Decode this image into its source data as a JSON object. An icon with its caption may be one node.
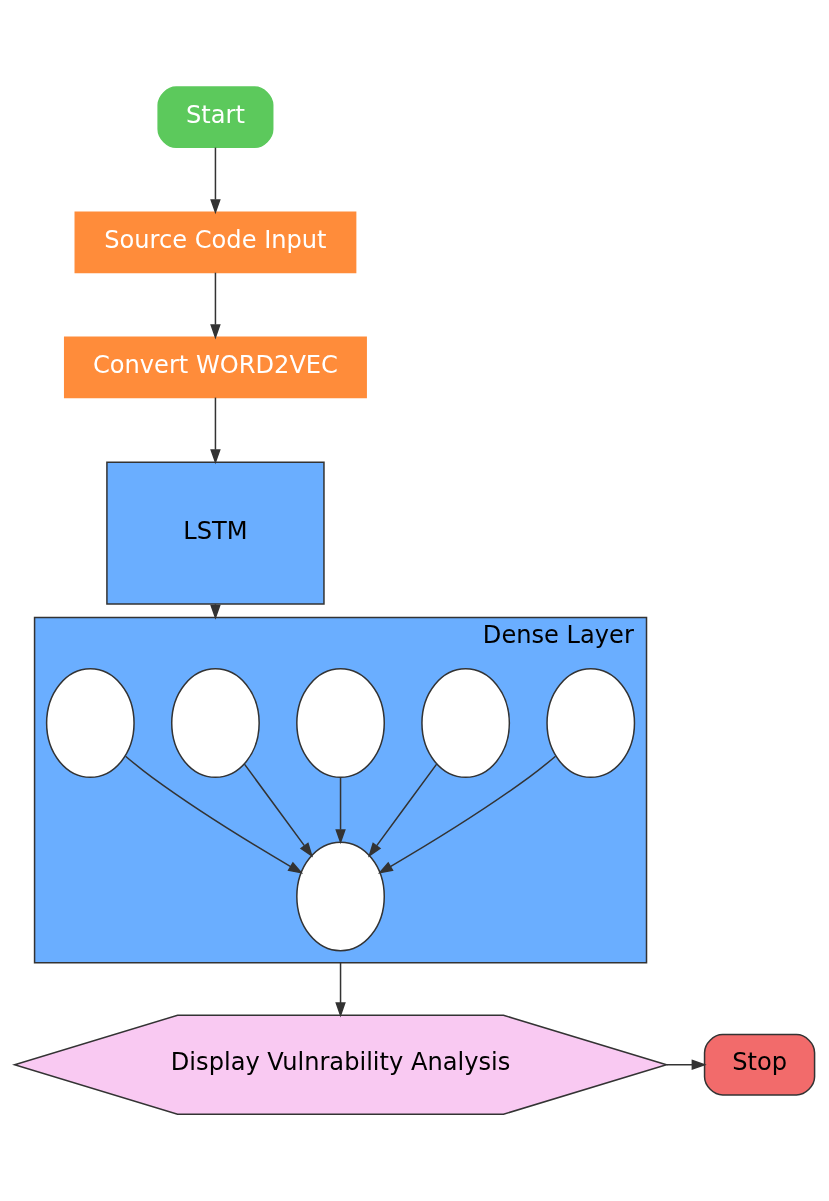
{
  "diagram": {
    "nodes": [
      {
        "text": [
          "Start"
        ]
      },
      {
        "text": [
          "Source Code Input"
        ]
      },
      {
        "text": [
          "Convert WORD2VEC"
        ]
      },
      {
        "text": [
          "LSTM"
        ]
      },
      {
        "text": [],
        "shape": "box",
        "beside": [
          "Dense Layer"
        ]
      },
      {
        "text": [],
        "shape": "circle",
        "in": 4
      },
      {
        "text": [],
        "shape": "circle",
        "in": 4
      },
      {
        "text": [],
        "shape": "circle",
        "in": 4
      },
      {
        "text": [],
        "shape": "circle",
        "in": 4
      },
      {
        "text": [],
        "shape": "circle",
        "in": 4
      },
      {
        "text": [],
        "shape": "circle",
        "in": 4
      },
      {
        "text": [
          "Display Vulnrability Analysis"
        ]
      },
      {
        "text": [
          "Stop"
        ]
      }
    ],
    "edges": [
      {
        "from": 0,
        "to": 1,
        "arrow": "to"
      },
      {
        "from": 1,
        "to": 2,
        "arrow": "to"
      },
      {
        "from": 2,
        "to": 3,
        "arrow": "to"
      },
      {
        "from": 3,
        "to": 4,
        "arrow": "to"
      },
      {
        "from": 5,
        "to": 10,
        "arrow": "to"
      },
      {
        "from": 6,
        "to": 10,
        "arrow": "to"
      },
      {
        "from": 7,
        "to": 10,
        "arrow": "to"
      },
      {
        "from": 8,
        "to": 10,
        "arrow": "to"
      },
      {
        "from": 9,
        "to": 10,
        "arrow": "to"
      },
      {
        "from": 4,
        "to": 11,
        "arrow": "to"
      },
      {
        "from": 11,
        "to": 12,
        "arrow": "to"
      }
    ]
  }
}
